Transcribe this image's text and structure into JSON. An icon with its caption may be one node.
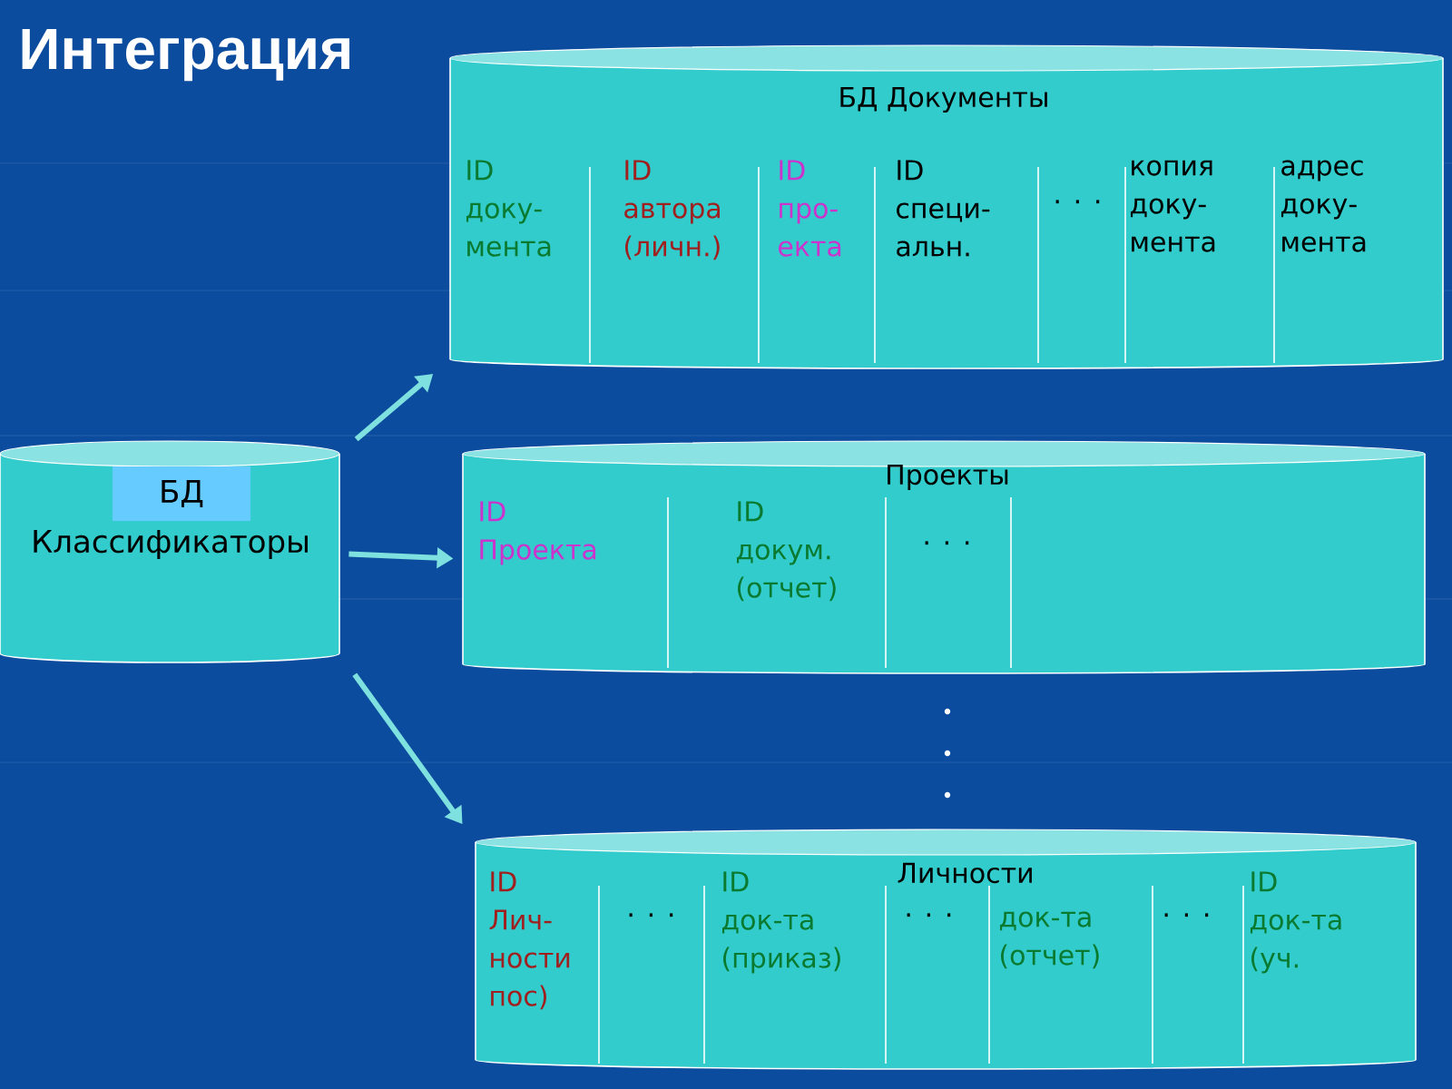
{
  "diagram": {
    "title": "Интеграция",
    "nodes": [
      {
        "text": [
          "БД",
          "Классификаторы"
        ]
      },
      {
        "text": [
          "БД Документы",
          "ID доку- мента",
          "ID автора (личн.)",
          "ID про- екта",
          "ID специ- альн.",
          ". . .",
          "копия доку- мента",
          "адрес доку- мента"
        ]
      },
      {
        "text": [
          "Проекты",
          "ID Проекта",
          "ID докум. (отчет)",
          ". . ."
        ]
      },
      {
        "text": [
          "Личности",
          "ID Лич- ности пос)",
          ". . .",
          "ID док-та (приказ)",
          ". . .",
          "док-та (отчет)",
          ". . .",
          "ID док-та (уч."
        ]
      }
    ],
    "edges": [
      {
        "from": 0,
        "to": 1,
        "arrow": "to"
      },
      {
        "from": 0,
        "to": 2,
        "arrow": "to"
      },
      {
        "from": 0,
        "to": 3,
        "arrow": "to"
      }
    ]
  }
}
